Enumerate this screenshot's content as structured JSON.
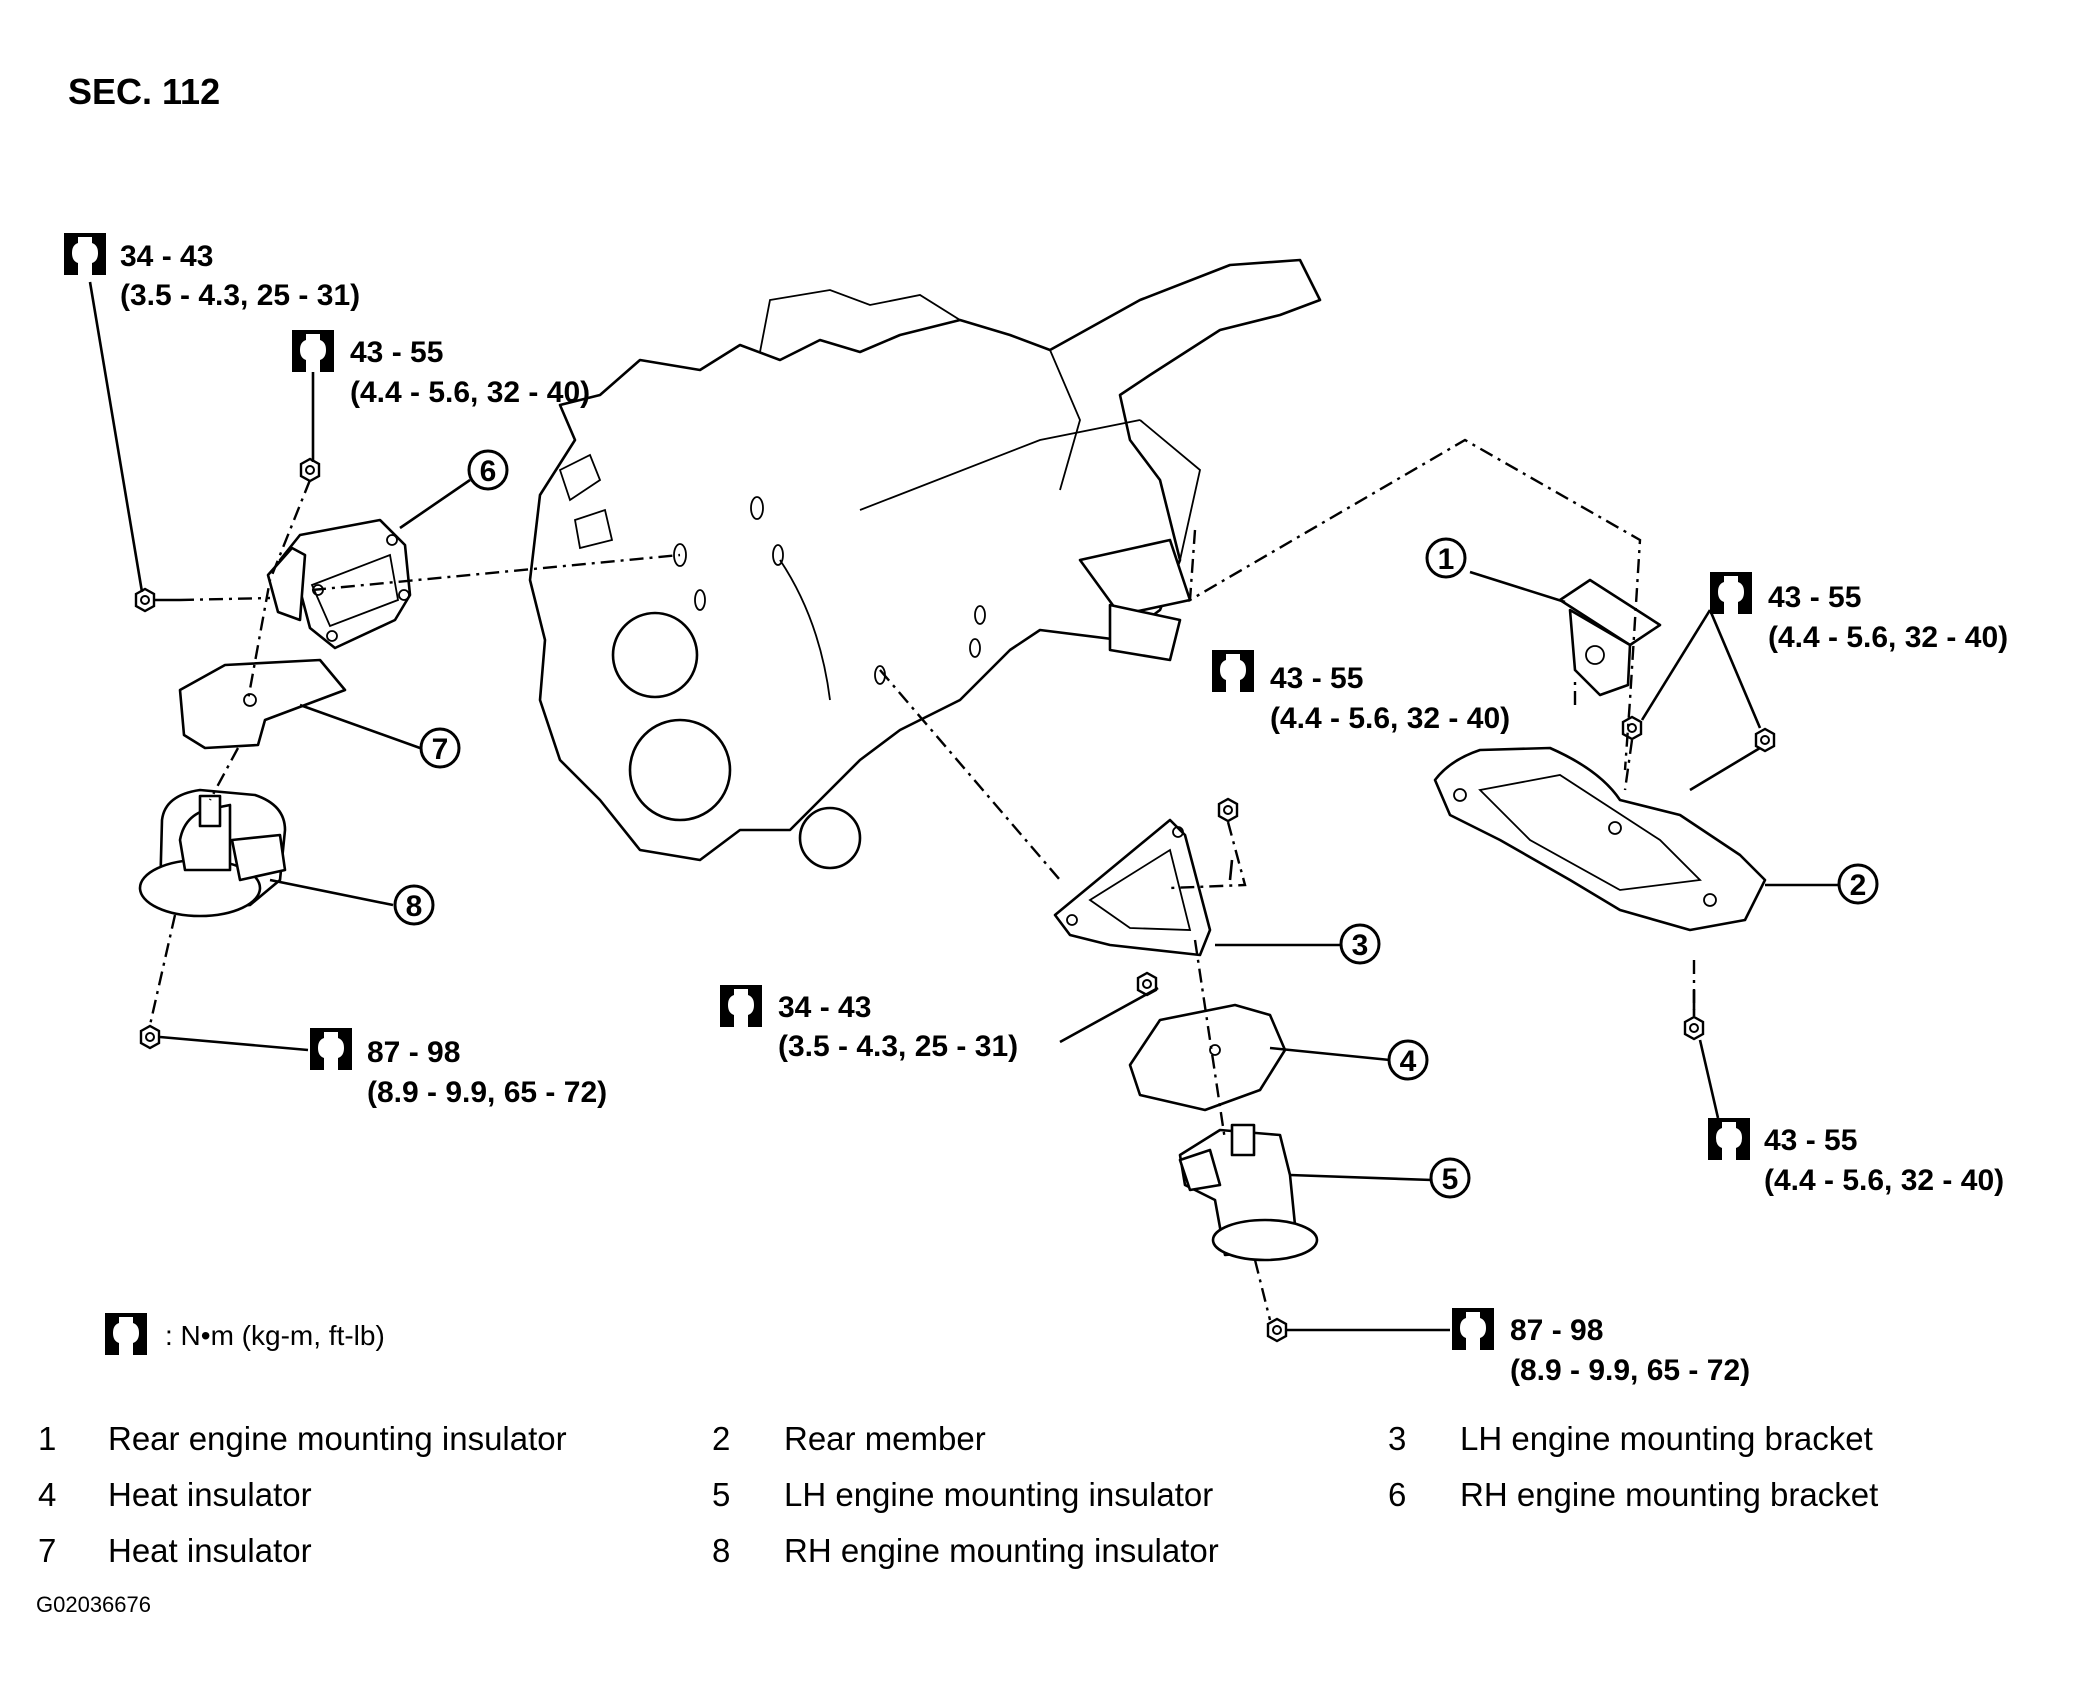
{
  "section": "SEC. 112",
  "torque_specs": [
    {
      "id": "t1",
      "line1": "34 - 43",
      "line2": "(3.5 - 4.3, 25 - 31)"
    },
    {
      "id": "t2",
      "line1": "43 - 55",
      "line2": "(4.4 - 5.6, 32 - 40)"
    },
    {
      "id": "t3",
      "line1": "87 - 98",
      "line2": "(8.9 - 9.9, 65 - 72)"
    },
    {
      "id": "t4",
      "line1": "43 - 55",
      "line2": "(4.4 - 5.6, 32 - 40)"
    },
    {
      "id": "t5",
      "line1": "34 - 43",
      "line2": "(3.5 - 4.3, 25 - 31)"
    },
    {
      "id": "t6",
      "line1": "43 - 55",
      "line2": "(4.4 - 5.6, 32 - 40)"
    },
    {
      "id": "t7",
      "line1": "43 - 55",
      "line2": "(4.4 - 5.6, 32 - 40)"
    },
    {
      "id": "t8",
      "line1": "87 - 98",
      "line2": "(8.9 - 9.9, 65 - 72)"
    }
  ],
  "torque_legend": ": N•m (kg-m, ft-lb)",
  "callouts": [
    "1",
    "2",
    "3",
    "4",
    "5",
    "6",
    "7",
    "8"
  ],
  "parts": [
    {
      "num": "1",
      "name": "Rear engine mounting insulator"
    },
    {
      "num": "2",
      "name": "Rear member"
    },
    {
      "num": "3",
      "name": "LH engine mounting bracket"
    },
    {
      "num": "4",
      "name": "Heat insulator"
    },
    {
      "num": "5",
      "name": "LH engine mounting insulator"
    },
    {
      "num": "6",
      "name": "RH engine mounting bracket"
    },
    {
      "num": "7",
      "name": "Heat insulator"
    },
    {
      "num": "8",
      "name": "RH engine mounting insulator"
    }
  ],
  "figure_code": "G02036676",
  "icons": {
    "torque": "torque-wrench-icon"
  }
}
